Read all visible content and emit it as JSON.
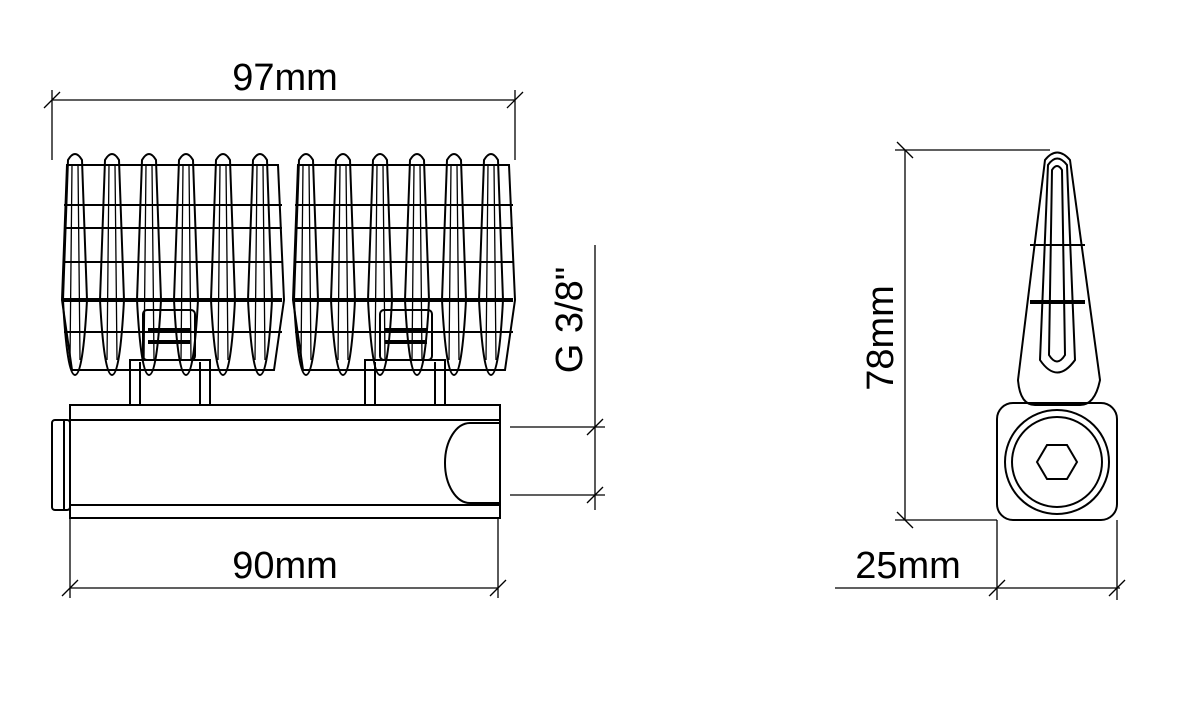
{
  "dimensions": {
    "top_width": "97mm",
    "body_length": "90mm",
    "thread": "G 3/8\"",
    "height": "78mm",
    "depth": "25mm"
  },
  "colors": {
    "line": "#000000",
    "background": "#ffffff"
  }
}
